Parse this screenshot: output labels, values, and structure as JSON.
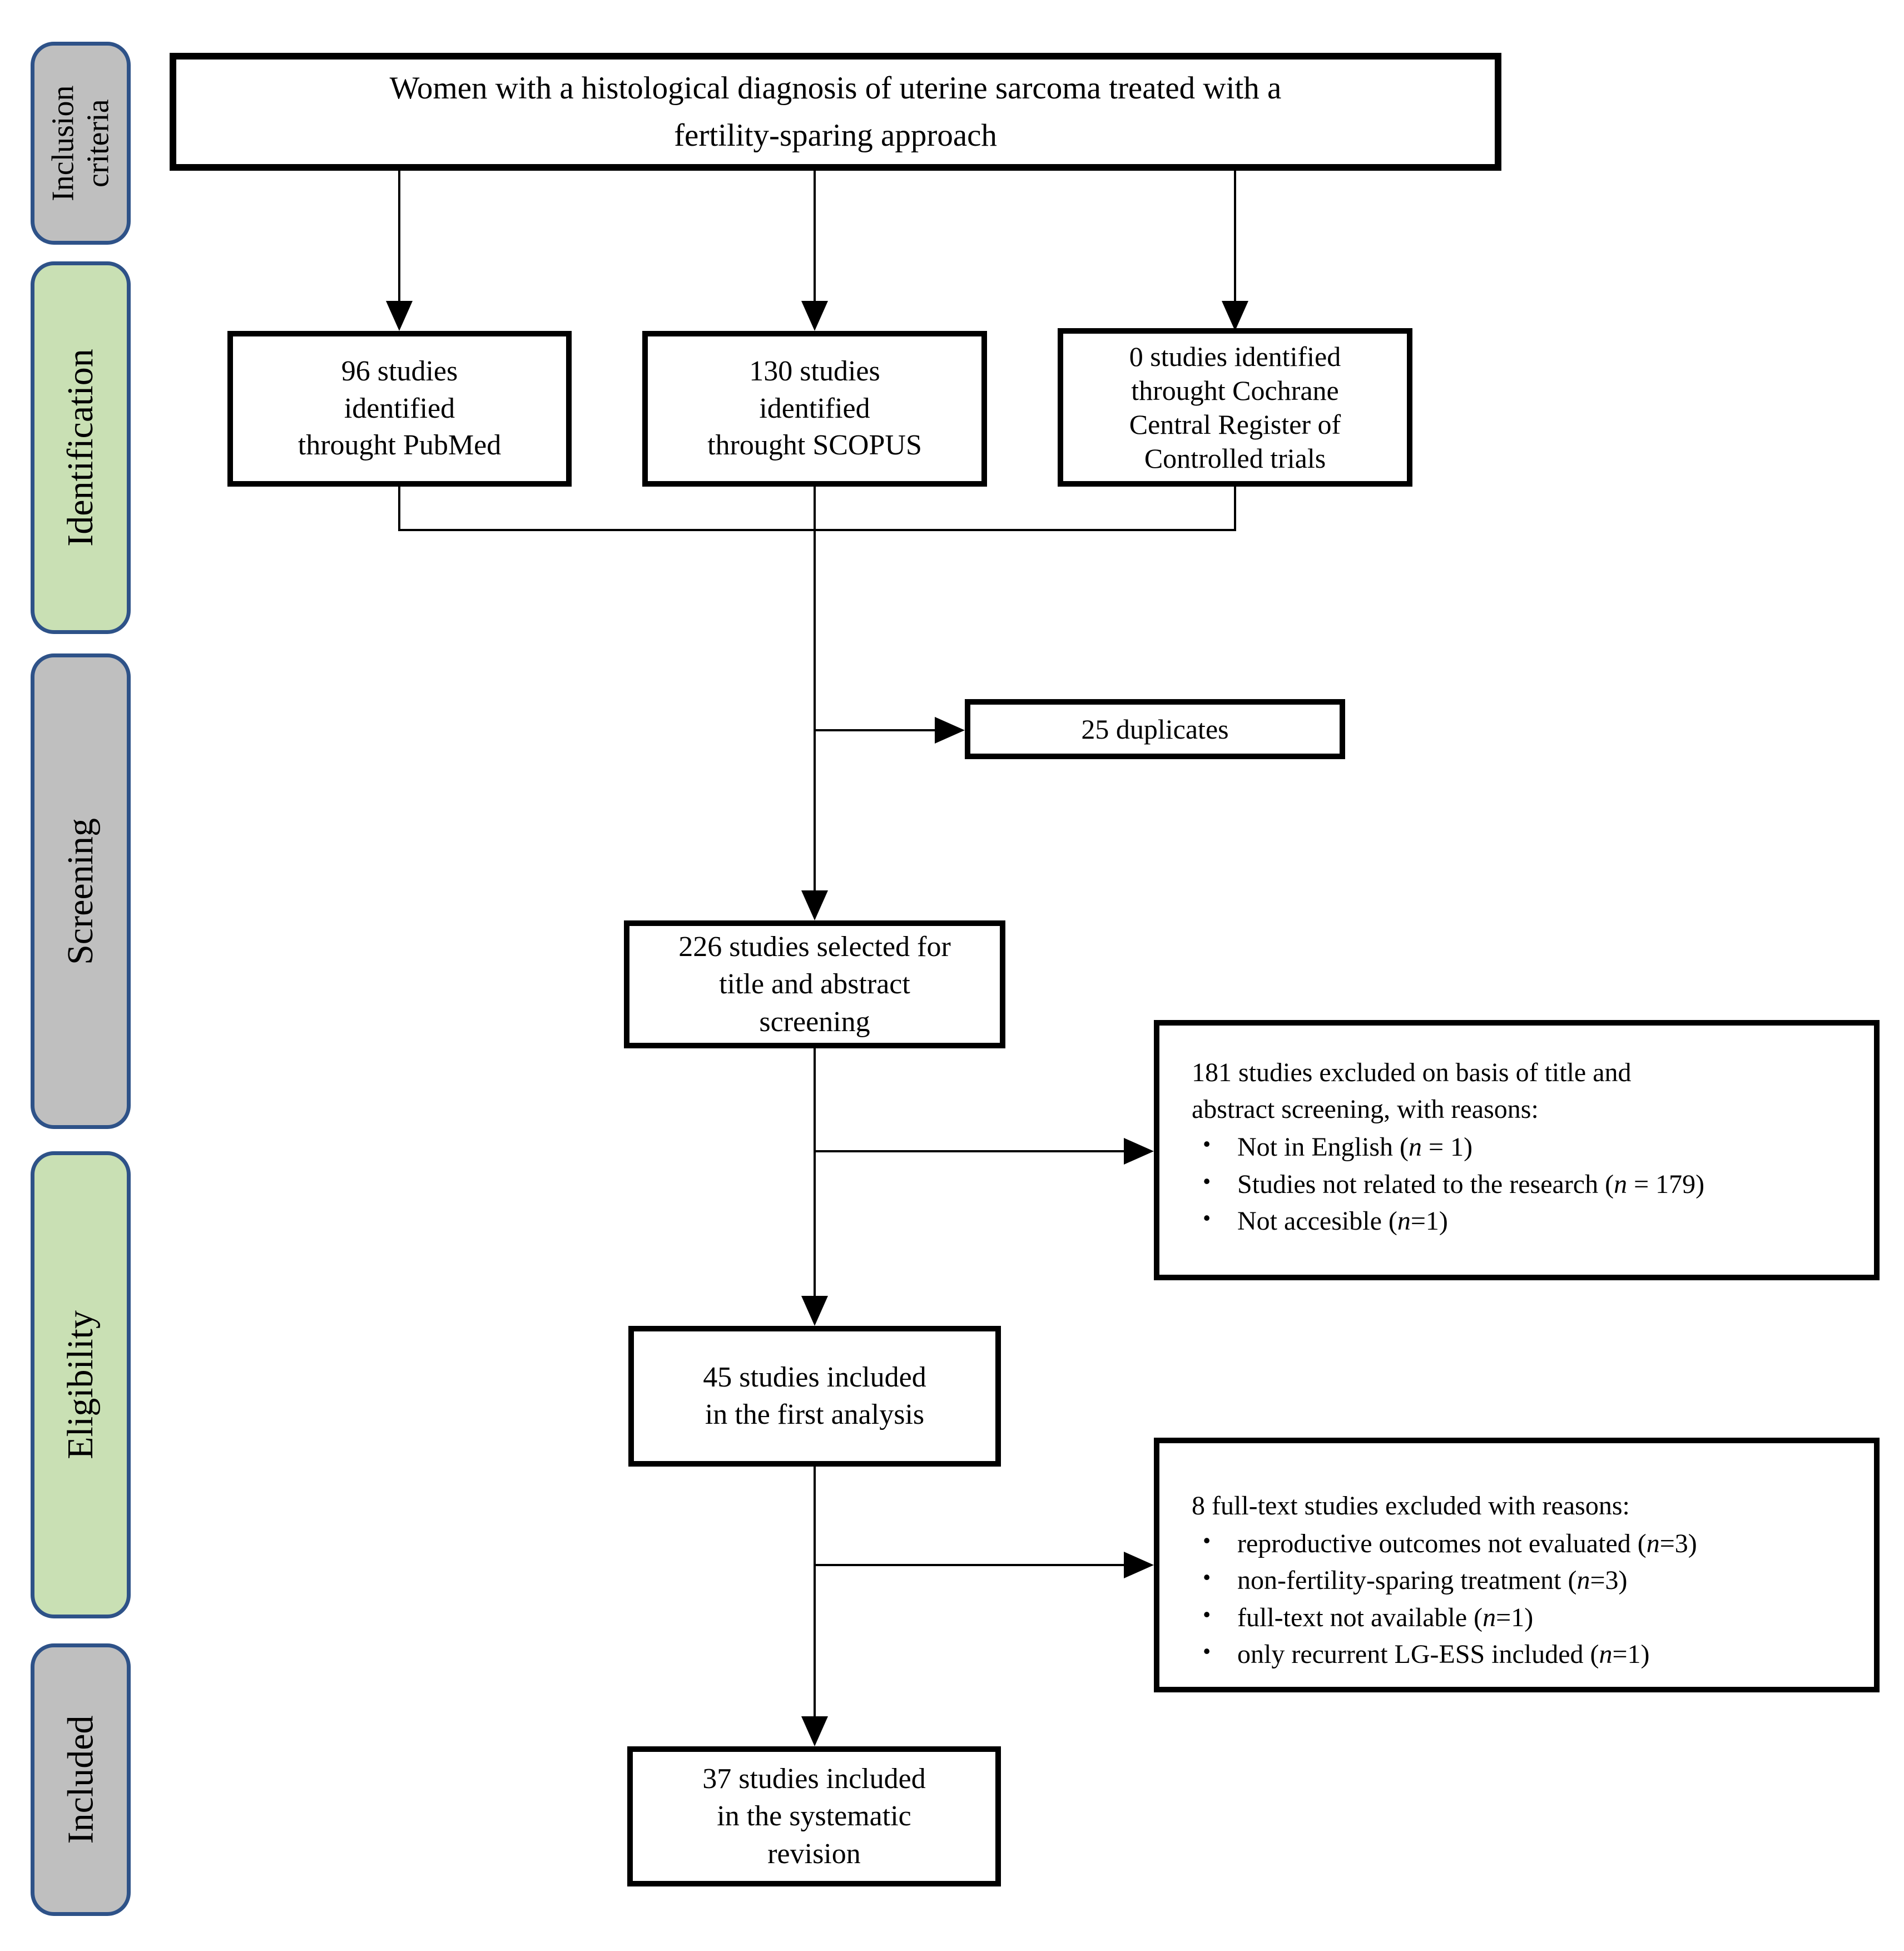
{
  "figure": {
    "kind": "PRISMA systematic review flow diagram"
  },
  "colors": {
    "stage_gray": "#bfbfbf",
    "stage_green": "#c9e0b4",
    "stage_border": "#2e5288",
    "box_border": "#000000",
    "background": "#ffffff"
  },
  "stages": [
    {
      "id": "inclusion-criteria",
      "lines": [
        "Inclusion",
        "criteria"
      ]
    },
    {
      "id": "identification",
      "lines": [
        "Identification"
      ]
    },
    {
      "id": "screening",
      "lines": [
        "Screening"
      ]
    },
    {
      "id": "eligibility",
      "lines": [
        "Eligibility"
      ]
    },
    {
      "id": "included",
      "lines": [
        "Included"
      ]
    }
  ],
  "boxes": {
    "inclusion_criteria": {
      "lines": [
        "Women with a histological diagnosis of uterine sarcoma treated with a",
        "fertility-sparing approach"
      ]
    },
    "pubmed": {
      "lines": [
        "96 studies",
        "identified",
        "throught PubMed"
      ]
    },
    "scopus": {
      "lines": [
        "130 studies",
        "identified",
        "throught SCOPUS"
      ]
    },
    "cochrane": {
      "lines": [
        "0 studies identified",
        "throught Cochrane",
        "Central Register of",
        "Controlled trials"
      ]
    },
    "duplicates": {
      "lines": [
        "25 duplicates"
      ]
    },
    "title_abstract_screening": {
      "lines": [
        "226 studies selected for",
        "title and abstract",
        "screening"
      ]
    },
    "excluded_title_abstract": {
      "title_lines": [
        "181 studies excluded on basis of title and",
        "abstract screening, with reasons:"
      ],
      "bullets": [
        "Not in English (n = 1)",
        "Studies not related to the research (n = 179)",
        "Not accesible (n=1)"
      ]
    },
    "first_analysis": {
      "lines": [
        "45 studies included",
        "in the first analysis"
      ]
    },
    "excluded_full_text": {
      "title_lines": [
        "8 full-text studies excluded with reasons:"
      ],
      "bullets": [
        "reproductive outcomes not evaluated (n=3)",
        "non-fertility-sparing treatment (n=3)",
        "full-text not available (n=1)",
        "only recurrent LG-ESS included (n=1)"
      ]
    },
    "systematic_revision": {
      "lines": [
        "37 studies included",
        "in the systematic",
        "revision"
      ]
    }
  }
}
